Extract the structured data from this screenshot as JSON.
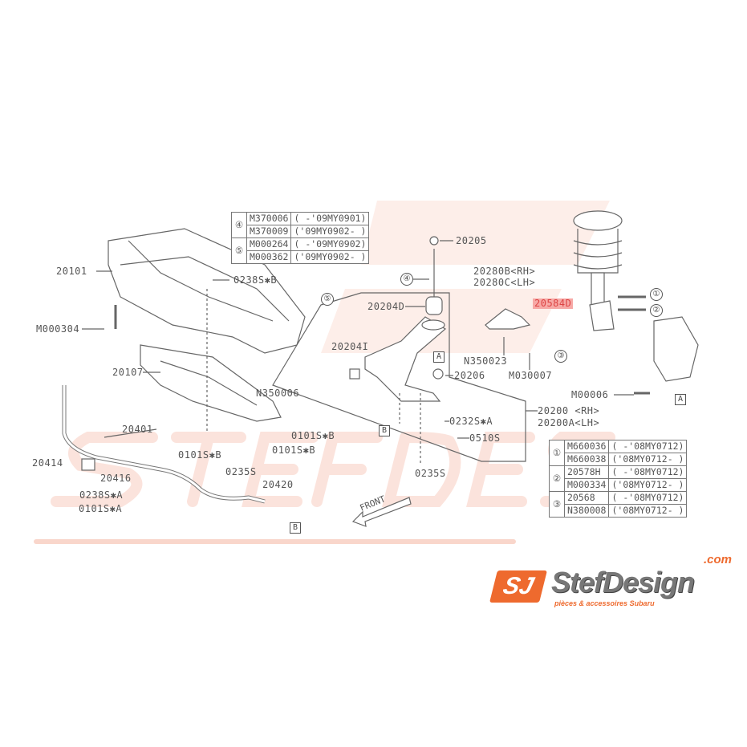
{
  "watermark": {
    "brand": "StefDesign",
    "tagline": "pièces & accessoires Subaru",
    "domain": ".com"
  },
  "labels": {
    "l20205": "20205",
    "l20101": "20101",
    "l0238SB": "0238S✱B",
    "l20280B": "20280B<RH>",
    "l20280C": "20280C<LH>",
    "l20584D": "20584D",
    "l20204D": "20204D",
    "lM000304": "M000304",
    "l20204I": "20204I",
    "lN350023": "N350023",
    "l20107": "20107",
    "l20206": "20206",
    "lM030007": "M030007",
    "lN350006": "N350006",
    "lM00006": "M00006",
    "l20200": "20200 <RH>",
    "l20200A": "20200A<LH>",
    "l0232SA": "0232S✱A",
    "l0510S": "0510S",
    "l0101SB_1": "0101S✱B",
    "l0101SB_2": "0101S✱B",
    "l0101SB_3": "0101S✱B",
    "l20401": "20401",
    "l20414": "20414",
    "l20416": "20416",
    "l0235S_1": "0235S",
    "l0235S_2": "0235S",
    "l20420": "20420",
    "l0238SA": "0238S✱A",
    "l0101SA": "0101S✱A",
    "front": "FRONT"
  },
  "refs": {
    "one": "①",
    "two": "②",
    "three": "③",
    "four": "④",
    "five": "⑤",
    "A": "A",
    "B": "B"
  },
  "table_top": [
    {
      "ref": "④",
      "part": "M370006",
      "range": "(  -'09MY0901)"
    },
    {
      "ref": "",
      "part": "M370009",
      "range": "('09MY0902-  )"
    },
    {
      "ref": "⑤",
      "part": "M000264",
      "range": "(  -'09MY0902)"
    },
    {
      "ref": "",
      "part": "M000362",
      "range": "('09MY0902-  )"
    }
  ],
  "table_right": [
    {
      "ref": "①",
      "part": "M660036",
      "range": "( -'08MY0712)"
    },
    {
      "ref": "",
      "part": "M660038",
      "range": "('08MY0712- )"
    },
    {
      "ref": "②",
      "part": "20578H",
      "range": "( -'08MY0712)"
    },
    {
      "ref": "",
      "part": "M000334",
      "range": "('08MY0712- )"
    },
    {
      "ref": "③",
      "part": "20568",
      "range": "( -'08MY0712)"
    },
    {
      "ref": "",
      "part": "N380008",
      "range": "('08MY0712- )"
    }
  ],
  "logo": {
    "mark": "SJ",
    "name": "StefDesign",
    "domain": ".com",
    "tagline": "pièces & accessoires Subaru"
  },
  "colors": {
    "accent": "#ee6a2e",
    "highlight": "#f7a9a6",
    "line": "#555555"
  }
}
